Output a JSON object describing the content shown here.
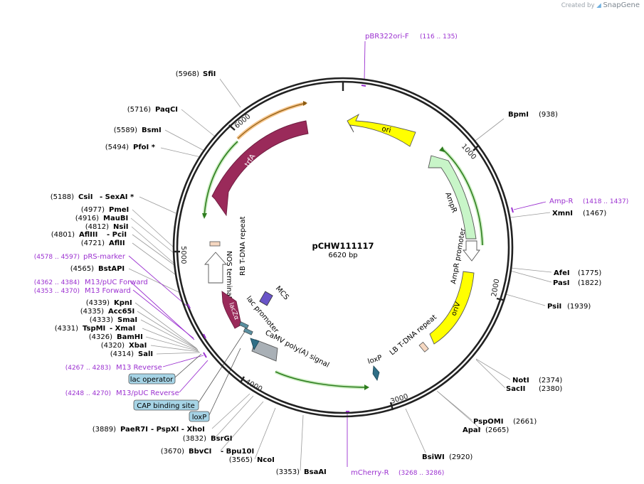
{
  "app": {
    "created_by": "Created by",
    "brand": "SnapGene",
    "logo_color": "#6fb0e0"
  },
  "plasmid": {
    "name": "pCHW111117",
    "length_label": "6620 bp"
  },
  "colors": {
    "backbone": "#222222",
    "site_label": "#000000",
    "primer": "#9b30d0",
    "leader": "#9a9a9a",
    "promoter_fill": "#ffffff",
    "ori": "#ffff00",
    "trfA": "#9a2a5a",
    "ampR": "#c8f5c8",
    "green_arrow": "#2e7d1f",
    "lacZa": "#9a2a5a",
    "feature_tag": "#a6d4e6"
  },
  "scale_ticks": [
    {
      "label": "1000"
    },
    {
      "label": "2000"
    },
    {
      "label": "3000"
    },
    {
      "label": "4000"
    },
    {
      "label": "5000"
    },
    {
      "label": "6000"
    }
  ],
  "sites": [
    {
      "name": "SfiI",
      "pos": "(5968)"
    },
    {
      "name": "PaqCI",
      "pos": "(5716)"
    },
    {
      "name": "BsmI",
      "pos": "(5589)"
    },
    {
      "name": "PfoI *",
      "pos": "(5494)"
    },
    {
      "name": "CsiI",
      "pos": "(5188)",
      "extra": "- SexAI *"
    },
    {
      "name": "PmeI",
      "pos": "(4977)"
    },
    {
      "name": "MauBI",
      "pos": "(4916)"
    },
    {
      "name": "NsiI",
      "pos": "(4812)"
    },
    {
      "name": "AflIII",
      "pos": "(4801)",
      "extra": "- PciI"
    },
    {
      "name": "AflII",
      "pos": "(4721)"
    },
    {
      "name": "BstAPI",
      "pos": "(4565)"
    },
    {
      "name": "KpnI",
      "pos": "(4339)"
    },
    {
      "name": "Acc65I",
      "pos": "(4335)"
    },
    {
      "name": "SmaI",
      "pos": "(4333)"
    },
    {
      "name": "TspMI",
      "pos": "(4331)",
      "extra": "- XmaI"
    },
    {
      "name": "BamHI",
      "pos": "(4326)"
    },
    {
      "name": "XbaI",
      "pos": "(4320)"
    },
    {
      "name": "SalI",
      "pos": "(4314)"
    },
    {
      "name": "PaeR7I",
      "pos": "(3889)",
      "extra": "- PspXI    - XhoI"
    },
    {
      "name": "BsrGI",
      "pos": "(3832)"
    },
    {
      "name": "BbvCI",
      "pos": "(3670)",
      "extra": "- Bpu10I"
    },
    {
      "name": "NcoI",
      "pos": "(3565)"
    },
    {
      "name": "BsaAI",
      "pos": "(3353)"
    },
    {
      "name": "BsiWI",
      "pos": "(2920)"
    },
    {
      "name": "ApaI",
      "pos": "(2665)"
    },
    {
      "name": "PspOMI",
      "pos": "(2661)"
    },
    {
      "name": "SacII",
      "pos": "(2380)"
    },
    {
      "name": "NotI",
      "pos": "(2374)"
    },
    {
      "name": "PsiI",
      "pos": "(1939)"
    },
    {
      "name": "PasI",
      "pos": "(1822)"
    },
    {
      "name": "AfeI",
      "pos": "(1775)"
    },
    {
      "name": "XmnI",
      "pos": "(1467)"
    },
    {
      "name": "BpmI",
      "pos": "(938)"
    }
  ],
  "primers": [
    {
      "name": "pBR322ori-F",
      "range": "(116 .. 135)"
    },
    {
      "name": "Amp-R",
      "range": "(1418 .. 1437)"
    },
    {
      "name": "pRS-marker",
      "range": "(4578 .. 4597)"
    },
    {
      "name": "M13/pUC Forward",
      "range": "(4362 .. 4384)"
    },
    {
      "name": "M13 Forward",
      "range": "(4353 .. 4370)"
    },
    {
      "name": "M13 Reverse",
      "range": "(4267 .. 4283)"
    },
    {
      "name": "M13/pUC Reverse",
      "range": "(4248 .. 4270)"
    },
    {
      "name": "mCherry-R",
      "range": "(3268 .. 3286)"
    }
  ],
  "feature_tags": [
    {
      "label": "lac operator"
    },
    {
      "label": "CAP binding site"
    },
    {
      "label": "loxP"
    }
  ],
  "features": [
    {
      "label": "ori"
    },
    {
      "label": "trfA"
    },
    {
      "label": "AmpR"
    },
    {
      "label": "AmpR promoter"
    },
    {
      "label": "oriV"
    },
    {
      "label": "RB T-DNA repeat"
    },
    {
      "label": "NOS terminator"
    },
    {
      "label": "lacZα"
    },
    {
      "label": "MCS"
    },
    {
      "label": "lac promoter"
    },
    {
      "label": "CaMV poly(A) signal"
    },
    {
      "label": "loxP"
    },
    {
      "label": "LB T-DNA repeat"
    }
  ]
}
